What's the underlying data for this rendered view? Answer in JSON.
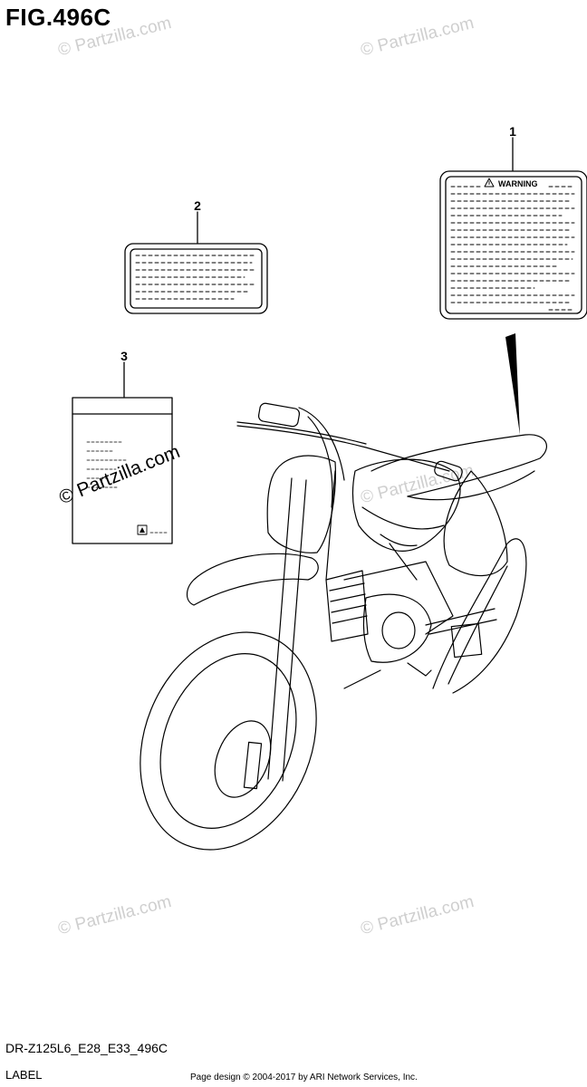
{
  "figure": {
    "title": "FIG.496C",
    "model_code": "DR-Z125L6_E28_E33_496C",
    "section_label": "LABEL",
    "copyright": "Page design © 2004-2017 by ARI Network Services, Inc."
  },
  "callouts": {
    "one": "1",
    "two": "2",
    "three": "3"
  },
  "warning_label": {
    "heading": "WARNING"
  },
  "watermark": {
    "text": "© Partzilla.com"
  },
  "colors": {
    "line": "#000000",
    "watermark": "#cfcfcf",
    "background": "#ffffff"
  }
}
